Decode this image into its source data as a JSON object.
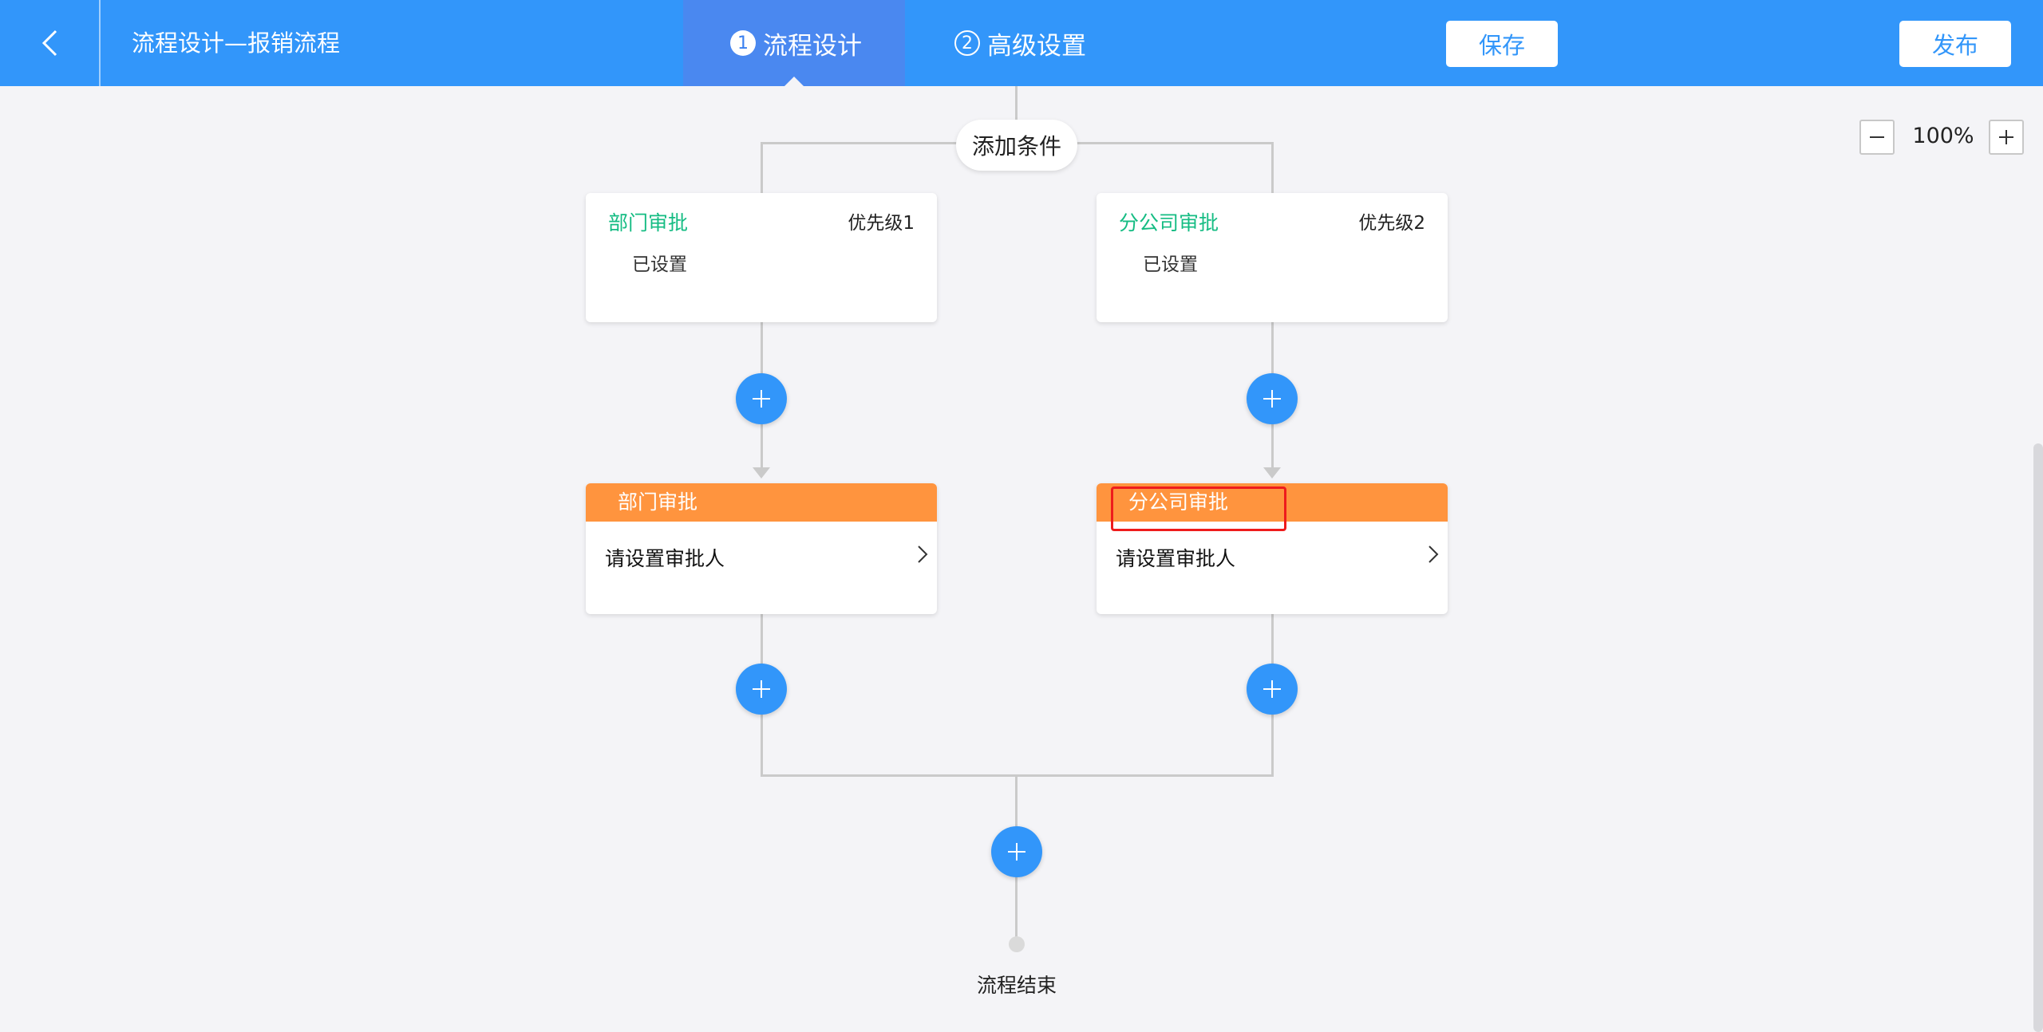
{
  "header": {
    "title": "流程设计—报销流程",
    "tabs": [
      {
        "num": "1",
        "label": "流程设计",
        "active": true
      },
      {
        "num": "2",
        "label": "高级设置",
        "active": false
      }
    ],
    "save_label": "保存",
    "publish_label": "发布"
  },
  "zoom": {
    "value": "100%"
  },
  "flow": {
    "add_condition_label": "添加条件",
    "branches": [
      {
        "condition": {
          "title": "部门审批",
          "priority": "优先级1",
          "status": "已设置"
        },
        "approver": {
          "title": "部门审批",
          "placeholder": "请设置审批人"
        }
      },
      {
        "condition": {
          "title": "分公司审批",
          "priority": "优先级2",
          "status": "已设置"
        },
        "approver": {
          "title": "分公司审批",
          "placeholder": "请设置审批人"
        }
      }
    ],
    "end_label": "流程结束"
  },
  "colors": {
    "primary": "#3296fa",
    "condition_title": "#15bc83",
    "approver_header": "#ff943e",
    "highlight": "#ee1c1c"
  }
}
